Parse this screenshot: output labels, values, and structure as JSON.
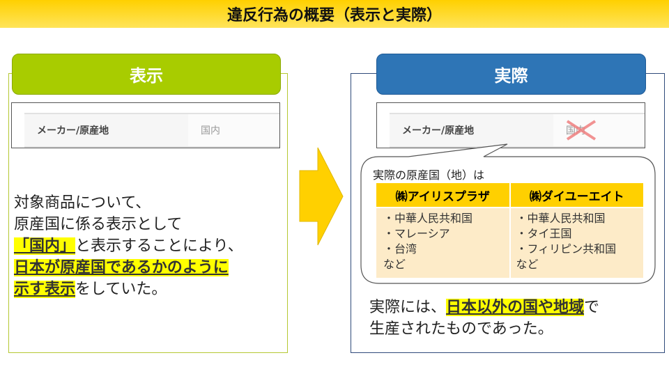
{
  "title": "違反行為の概要（表示と実際）",
  "left": {
    "header": "表示",
    "screenshot": {
      "label": "メーカー/原産地",
      "value": "国内"
    },
    "text": {
      "line1": "対象商品について、",
      "line2": "原産国に係る表示として",
      "hl1": "「国内」",
      "line3_rest": "と表示することにより、",
      "hl2": "日本が原産国であるかのように",
      "hl3": "示す表示",
      "line5_rest": "をしていた。"
    }
  },
  "right": {
    "header": "実際",
    "screenshot": {
      "label": "メーカー/原産地",
      "value": "国内"
    },
    "bubble": {
      "caption": "実際の原産国（地）は",
      "columns": [
        {
          "company": "㈱アイリスプラザ",
          "items": [
            "・中華人民共和国",
            "・マレーシア",
            "・台湾",
            "など"
          ]
        },
        {
          "company": "㈱ダイユーエイト",
          "items": [
            "・中華人民共和国",
            "・タイ王国",
            "・フィリピン共和国",
            "など"
          ]
        }
      ]
    },
    "text": {
      "pre": "実際には、",
      "hl": "日本以外の国や地域",
      "post": "で",
      "line2": "生産されたものであった。"
    }
  },
  "colors": {
    "title": "#ffd000",
    "left_accent": "#a8cc00",
    "right_accent": "#2e75b6",
    "highlight": "#ffff00",
    "table_header": "#ffd000",
    "table_body": "#fdebc8"
  }
}
